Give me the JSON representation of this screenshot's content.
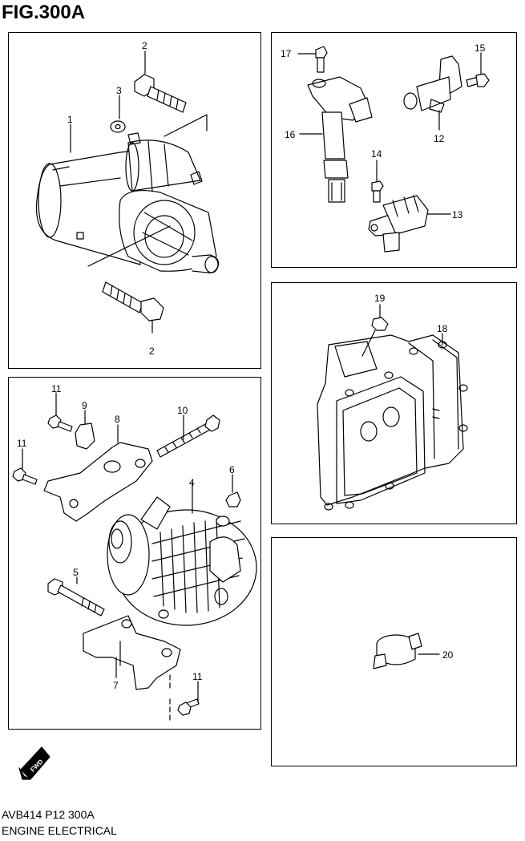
{
  "figure": {
    "title": "FIG.300A"
  },
  "callouts": {
    "c1": "1",
    "c2a": "2",
    "c2b": "2",
    "c3": "3",
    "c4": "4",
    "c5": "5",
    "c6": "6",
    "c7": "7",
    "c8": "8",
    "c9": "9",
    "c10": "10",
    "c11a": "11",
    "c11b": "11",
    "c11c": "11",
    "c12": "12",
    "c13": "13",
    "c14": "14",
    "c15": "15",
    "c16": "16",
    "c17": "17",
    "c18": "18",
    "c19": "19",
    "c20": "20"
  },
  "fwd_badge": {
    "label": "FWD"
  },
  "footer": {
    "code": "AVB414 P12 300A",
    "section": "ENGINE ELECTRICAL"
  }
}
